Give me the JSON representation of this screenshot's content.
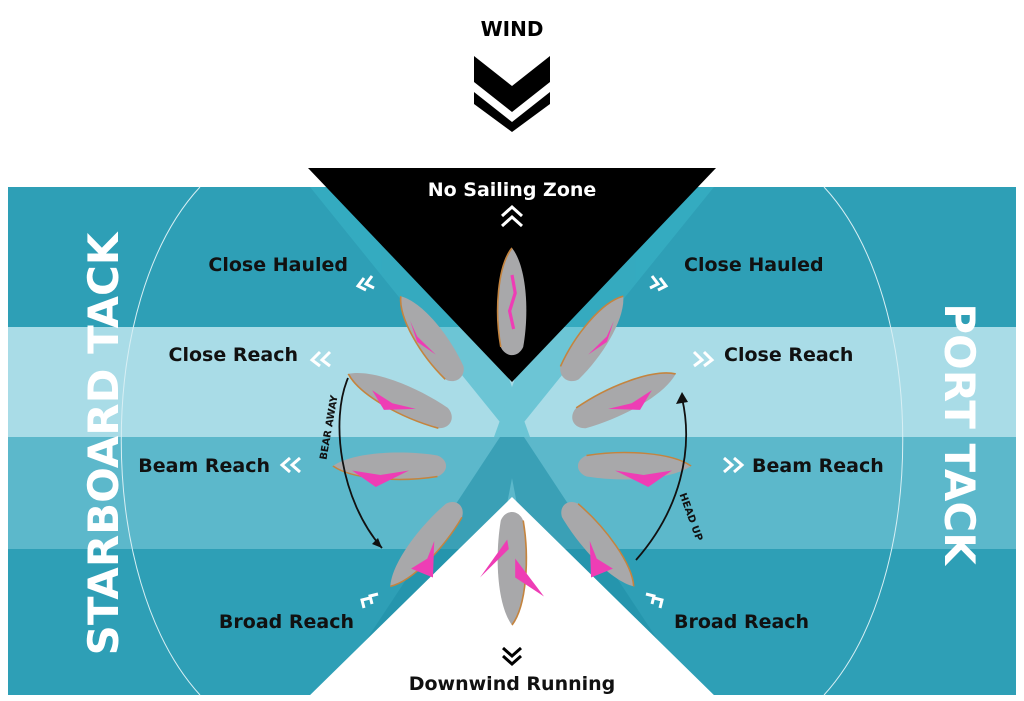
{
  "title": "WIND",
  "zones": {
    "no_sailing": "No Sailing Zone",
    "downwind": "Downwind Running"
  },
  "tacks": {
    "left": "STARBOARD TACK",
    "right": "PORT TACK"
  },
  "points_of_sail": {
    "left": {
      "close_hauled": "Close Hauled",
      "close_reach": "Close Reach",
      "beam_reach": "Beam Reach",
      "broad_reach": "Broad Reach"
    },
    "right": {
      "close_hauled": "Close Hauled",
      "close_reach": "Close Reach",
      "beam_reach": "Beam Reach",
      "broad_reach": "Broad Reach"
    }
  },
  "actions": {
    "bear_away": "BEAR AWAY",
    "head_up": "HEAD UP"
  },
  "colors": {
    "band_dark": "#2E9FB6",
    "band_mid": "#5CB8CB",
    "band_light": "#A9DCE7",
    "wind_zone": "#000000",
    "hull": "#A8A8AA",
    "sail": "#EE3DB5",
    "text": "#111111",
    "tack_text": "#FFFFFF"
  }
}
